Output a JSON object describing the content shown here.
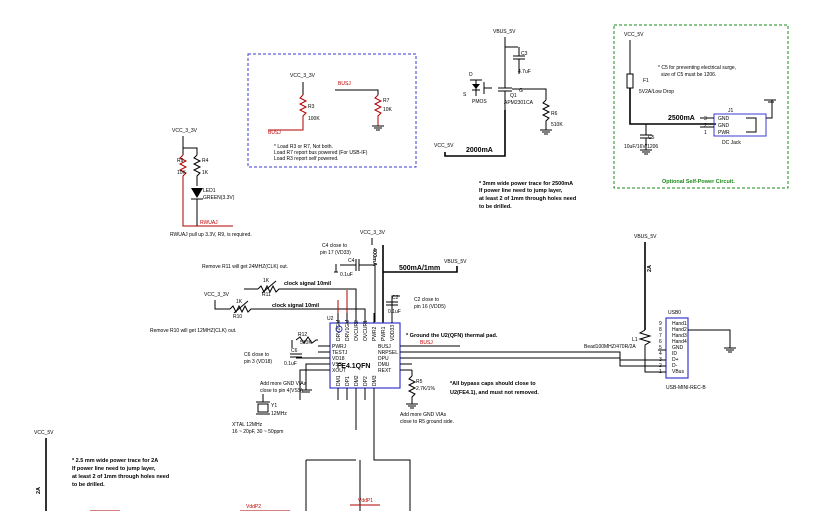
{
  "nets": {
    "vcc33": "VCC_3_3V",
    "vbus5": "VBUS_5V",
    "vcc5": "VCC_5V",
    "busj": "BUSJ",
    "rwuaj": "RWUAJ",
    "vddp2": "VddP2",
    "vddp1": "VddP1",
    "v400ma": "400mA",
    "trace500": "500mA/1mm",
    "trace2000": "2000mA",
    "trace2500": "2500mA",
    "trace2a": "2A"
  },
  "components": {
    "r3": "R3",
    "r3v": "100K",
    "r7": "R7",
    "r7v": "10K",
    "r9": "R9",
    "r9v": "10K",
    "r4": "R4",
    "r4v": "1K",
    "r6": "R6",
    "r6v": "510K",
    "r5": "R5",
    "r5v": "2.7K/1%",
    "r11": "R11",
    "r11v": "1K",
    "r10": "R10",
    "r10v": "1K",
    "r12": "R12",
    "r12v": "510K",
    "led1": "LED1",
    "led1v": "GREEN(3.3V)",
    "c3": "C3",
    "c3v": "4.7uF",
    "c4": "C4",
    "c4v": "0.1uF",
    "c2": "C2",
    "c2v": "0.1uF",
    "c6": "C6",
    "c6v": "0.1uF",
    "c5": "C5",
    "c5v": "10uF/16V/1206",
    "q1": "Q1",
    "q1v": "APM2301CA",
    "f1": "F1",
    "f1v": "5V2A/Low Drop",
    "j1": "J1",
    "j1v": "DC Jack",
    "l1": "L1",
    "l1v": "Bead100MHZ/470R/2A",
    "y1": "Y1",
    "y1v": "12MHz",
    "u2": "U2",
    "u2v": "FE4.1QFN",
    "usb0": "USB0",
    "usb0v": "USB-MINI-REC-B",
    "pmos": "PMOS",
    "q_s": "S",
    "q_d": "D",
    "q_g": "G"
  },
  "chip_pins_top": [
    "DRV2GM",
    "DRV1GM",
    "OVCUR2",
    "OVCUR1",
    "PWR2",
    "PWR1",
    "VDD33"
  ],
  "chip_pins_left": [
    "PWRJ",
    "TESTJ",
    "VD18",
    "VSS",
    "XOUT"
  ],
  "chip_pins_right": [
    "BUSJ",
    "NRPSEL",
    "DPU",
    "DMU",
    "REXT"
  ],
  "chip_pins_bottom": [
    "DM1",
    "DP1",
    "DM2",
    "DP2",
    "DM3"
  ],
  "usb_pins": [
    {
      "num": "9",
      "label": "Hand1"
    },
    {
      "num": "8",
      "label": "Hand2"
    },
    {
      "num": "7",
      "label": "Hand3"
    },
    {
      "num": "6",
      "label": "Hand4"
    },
    {
      "num": "5",
      "label": "GND"
    },
    {
      "num": "4",
      "label": "ID"
    },
    {
      "num": "3",
      "label": "D+"
    },
    {
      "num": "2",
      "label": "D-"
    },
    {
      "num": "1",
      "label": "VBus"
    }
  ],
  "jack_pins": [
    "GND",
    "GND",
    "PWR"
  ],
  "jack_pin_nums": [
    "3",
    "2",
    "1"
  ],
  "notes": {
    "load_1": "* Load R3 or R7, Not both.",
    "load_2": "Load R7 report bus powered (For USB-IF)",
    "load_3": "Load R3 report self powered.",
    "rwuaj_note": "RWUAJ pull up 3.3V, R9, is required.",
    "trace3mm_1": "* 3mm wide power trace for 2500mA",
    "trace3mm_2": "If power line need to jump layer,",
    "trace3mm_3": "at least 2 of 1mm through holes need",
    "trace3mm_4": "to be drilled.",
    "c5_1": "* C5 for preventing electrical surge,",
    "c5_2": "size of C5 must be 1206.",
    "optional": "Optional Self-Power Circuit.",
    "c4close_1": "C4 close to",
    "c4close_2": "pin 17 (VD33)",
    "remove_r11": "Remove R11 will get 24MHZ(CLK) out.",
    "remove_r10": "Remove R10 will get 12MHZ(CLK) out.",
    "clk1": "clock signal 10mil",
    "clk2": "clock signal 10mil",
    "c2close_1": "C2 close to",
    "c2close_2": "pin 16 (VDD5)",
    "ground_pad": "* Ground the U2(QFN) thermal pad.",
    "c6close_1": "C6 close to",
    "c6close_2": "pin 3 (VD18)",
    "gnd_vias_1": "Add more GND VIAs",
    "gnd_vias_2": "close to pin 4(VSS)",
    "xtal_1": "X'TAL 12MHz",
    "xtal_2": "16 ~ 20pF, 30 ~ 50ppm",
    "bypass_1": "*All bypass caps should close to",
    "bypass_2": "U2(FE4.1), and must not removed.",
    "gnd_r5_1": "Add more GND VIAs",
    "gnd_r5_2": "close to R5 ground side.",
    "trace25_1": "* 2.5 mm wide power trace for 2A",
    "trace25_2": "If power line need to jump layer,",
    "trace25_3": "at least 2 of 1mm through holes need",
    "trace25_4": "to be drilled."
  },
  "colors": {
    "wire": "#000000",
    "net_label": "#c00000",
    "blue_box": "#3a3ad0",
    "green_box": "#1a8a1a",
    "usb_chip": "#3a3ad0"
  }
}
